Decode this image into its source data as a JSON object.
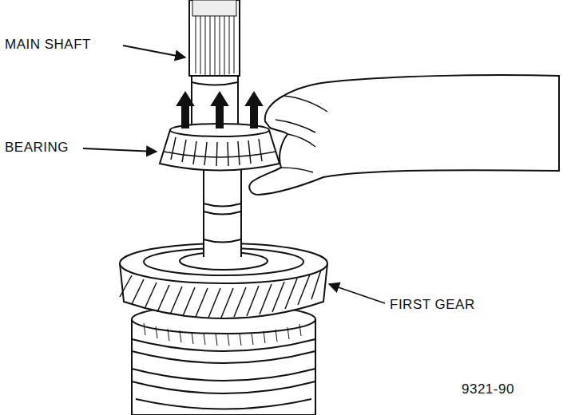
{
  "diagram": {
    "labels": [
      "MAIN SHAFT",
      "BEARING",
      "FIRST GEAR",
      "9321-90"
    ]
  }
}
